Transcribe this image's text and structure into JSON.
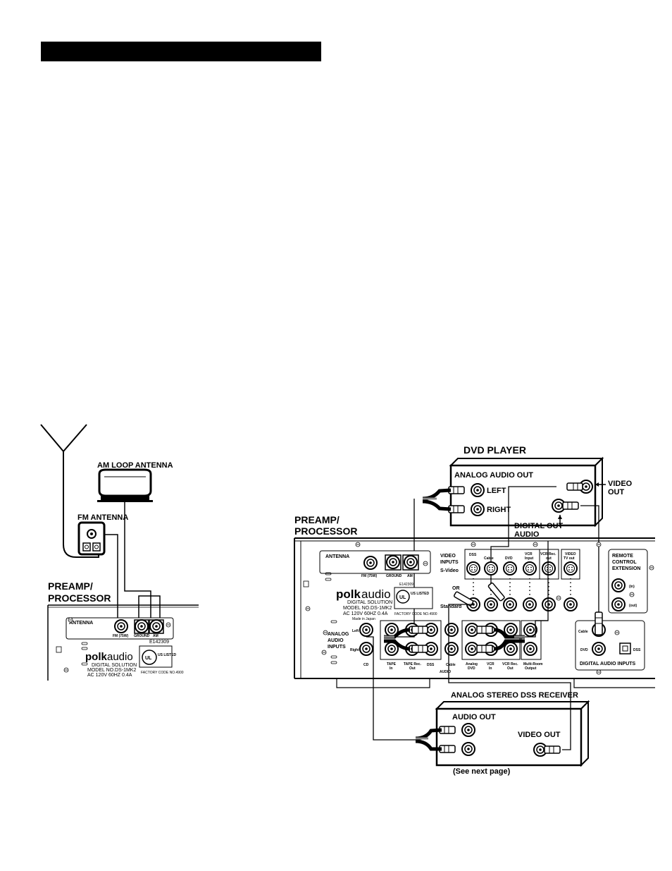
{
  "header": {
    "bar_color": "#000000"
  },
  "left": {
    "am_loop_antenna": "AM LOOP ANTENNA",
    "fm_antenna": "FM ANTENNA",
    "preamp_line1": "PREAMP/",
    "preamp_line2": "PROCESSOR",
    "antenna": "ANTENNA",
    "fm75": "FM (75W)",
    "ground": "GROUND",
    "am": "AM",
    "brand_a": "polk",
    "brand_b": "audio",
    "ds_line1": "DIGITAL SOLUTION",
    "ds_line2": "MODEL NO.DS-1MK2",
    "ds_line3": "AC 120V 60HZ 0.4A",
    "ul": "UL",
    "us_listed": "US LISTED",
    "factory": "FACTORY CODE NO.4900",
    "e_code": "E142309"
  },
  "right": {
    "dvd_player": "DVD PLAYER",
    "analog_audio_out": "ANALOG AUDIO OUT",
    "left": "LEFT",
    "right": "RIGHT",
    "video_out_1": "VIDEO",
    "video_out_2": "OUT",
    "digital_out_1": "DIGITAL OUT",
    "digital_out_2": "AUDIO",
    "preamp_line1": "PREAMP/",
    "preamp_line2": "PROCESSOR",
    "antenna": "ANTENNA",
    "fm75": "FM (75W)",
    "ground": "GROUND",
    "am": "AM",
    "video_inputs_1": "VIDEO",
    "video_inputs_2": "INPUTS",
    "svideo": "S-Video",
    "or": "OR",
    "standard": "Standard",
    "dss": "DSS",
    "cable": "Cable",
    "dvd": "DVD",
    "vcr_input_1": "VCR",
    "vcr_input_2": "Input",
    "vcr_rec_1": "VCR Rec.",
    "vcr_rec_2": "out",
    "video_tv_1": "VIDEO",
    "video_tv_2": "TV out",
    "remote_1": "REMOTE",
    "remote_2": "CONTROL",
    "remote_3": "EXTENSION",
    "in": "(in)",
    "out": "(out)",
    "brand_a": "polk",
    "brand_b": "audio",
    "ds_line1": "DIGITAL SOLUTION",
    "ds_line2": "MODEL NO.DS-1MK2",
    "ds_line3": "AC 120V 60HZ 0.4A",
    "made_in": "Made in Japan",
    "ul": "UL",
    "us_listed": "US LISTED",
    "factory": "FACTORY CODE NO.4900",
    "e_code": "E142309",
    "analog_audio_inputs_1": "ANALOG",
    "analog_audio_inputs_2": "AUDIO",
    "analog_audio_inputs_3": "INPUTS",
    "left_ch": "Left",
    "right_ch": "Right",
    "cd": "CD",
    "tape_in_1": "TAPE",
    "tape_in_2": "In",
    "tape_rec_1": "TAPE Rec.",
    "tape_rec_2": "Out",
    "dss_a": "DSS",
    "cable_a": "Cable",
    "audio": "AUDIO",
    "analog_dvd_1": "Analog",
    "analog_dvd_2": "DVD",
    "vcr_in_1": "VCR",
    "vcr_in_2": "In",
    "vcr_rec_out_1": "VCR Rec.",
    "vcr_rec_out_2": "Out",
    "multiroom_1": "Multi-Room",
    "multiroom_2": "Output",
    "cable_d": "Cable",
    "dvd_d": "DVD",
    "dss_d": "DSS",
    "digital_audio_inputs": "DIGITAL AUDIO INPUTS",
    "dss_receiver": "ANALOG STEREO DSS RECEIVER",
    "audio_out": "AUDIO OUT",
    "video_out": "VIDEO OUT",
    "see_next": "(See next page)"
  }
}
